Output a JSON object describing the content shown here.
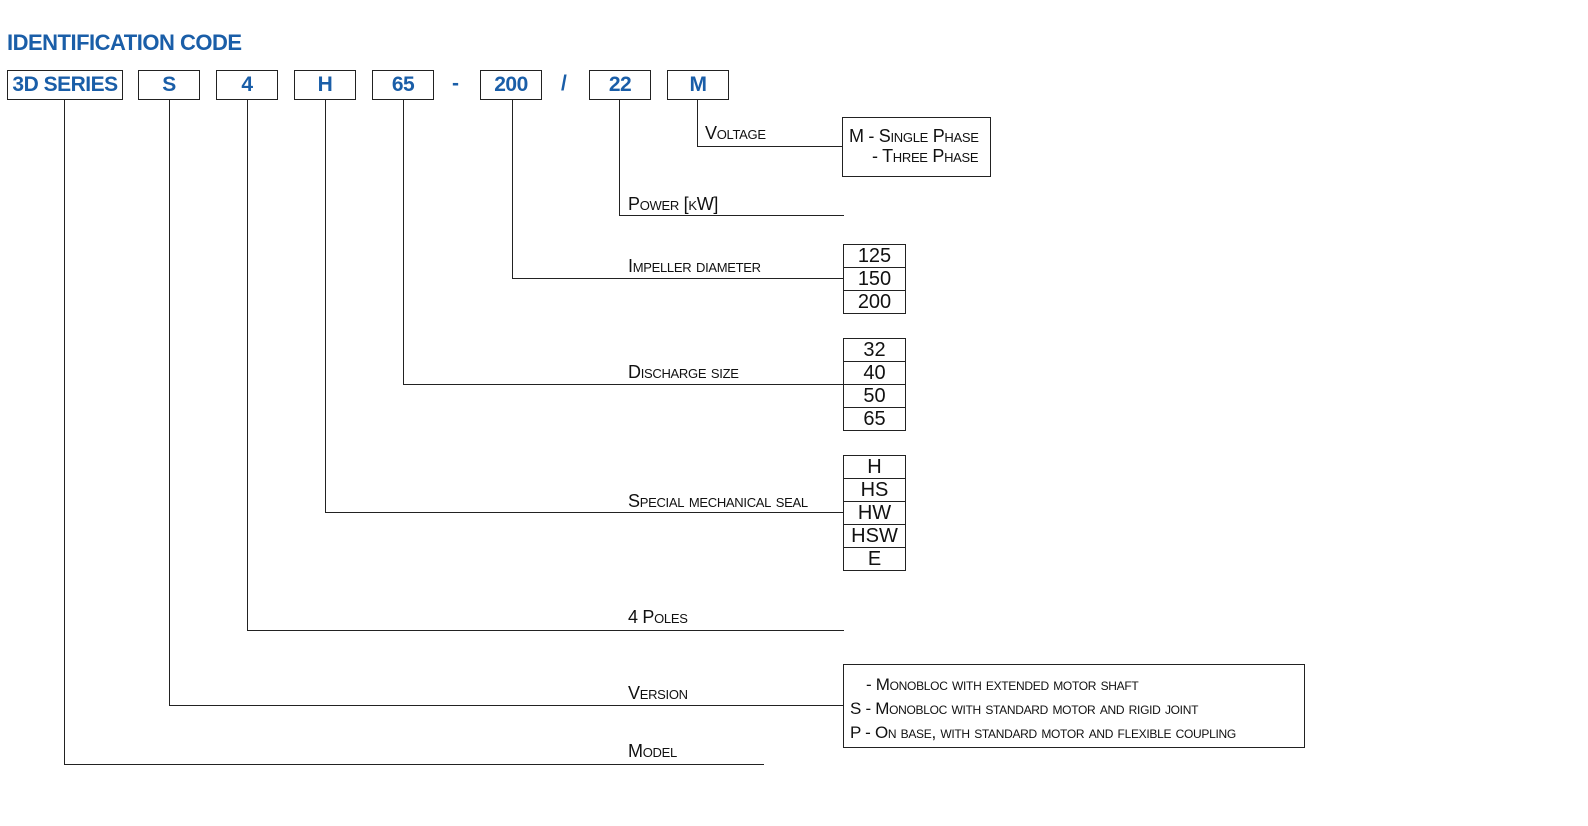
{
  "colors": {
    "accent": "#1a5ea8",
    "line": "#222222"
  },
  "title": "IDENTIFICATION CODE",
  "code": {
    "series": "3D SERIES",
    "version": "S",
    "poles": "4",
    "seal": "H",
    "discharge": "65",
    "dash": "-",
    "impeller": "200",
    "slash": "/",
    "power": "22",
    "voltage": "M"
  },
  "labels": {
    "voltage": "Voltage",
    "power": "Power [kW]",
    "impeller": "Impeller diameter",
    "discharge": "Discharge size",
    "seal": "Special mechanical seal",
    "poles": "4 Poles",
    "version": "Version",
    "model": "Model"
  },
  "voltage_options": [
    "M - Single Phase",
    "- Three Phase"
  ],
  "impeller_options": [
    "125",
    "150",
    "200"
  ],
  "discharge_options": [
    "32",
    "40",
    "50",
    "65"
  ],
  "seal_options": [
    "H",
    "HS",
    "HW",
    "HSW",
    "E"
  ],
  "version_options": [
    "- Monobloc with extended motor shaft",
    "S - Monobloc with standard motor and rigid joint",
    "P - On base, with standard motor and flexible coupling"
  ]
}
